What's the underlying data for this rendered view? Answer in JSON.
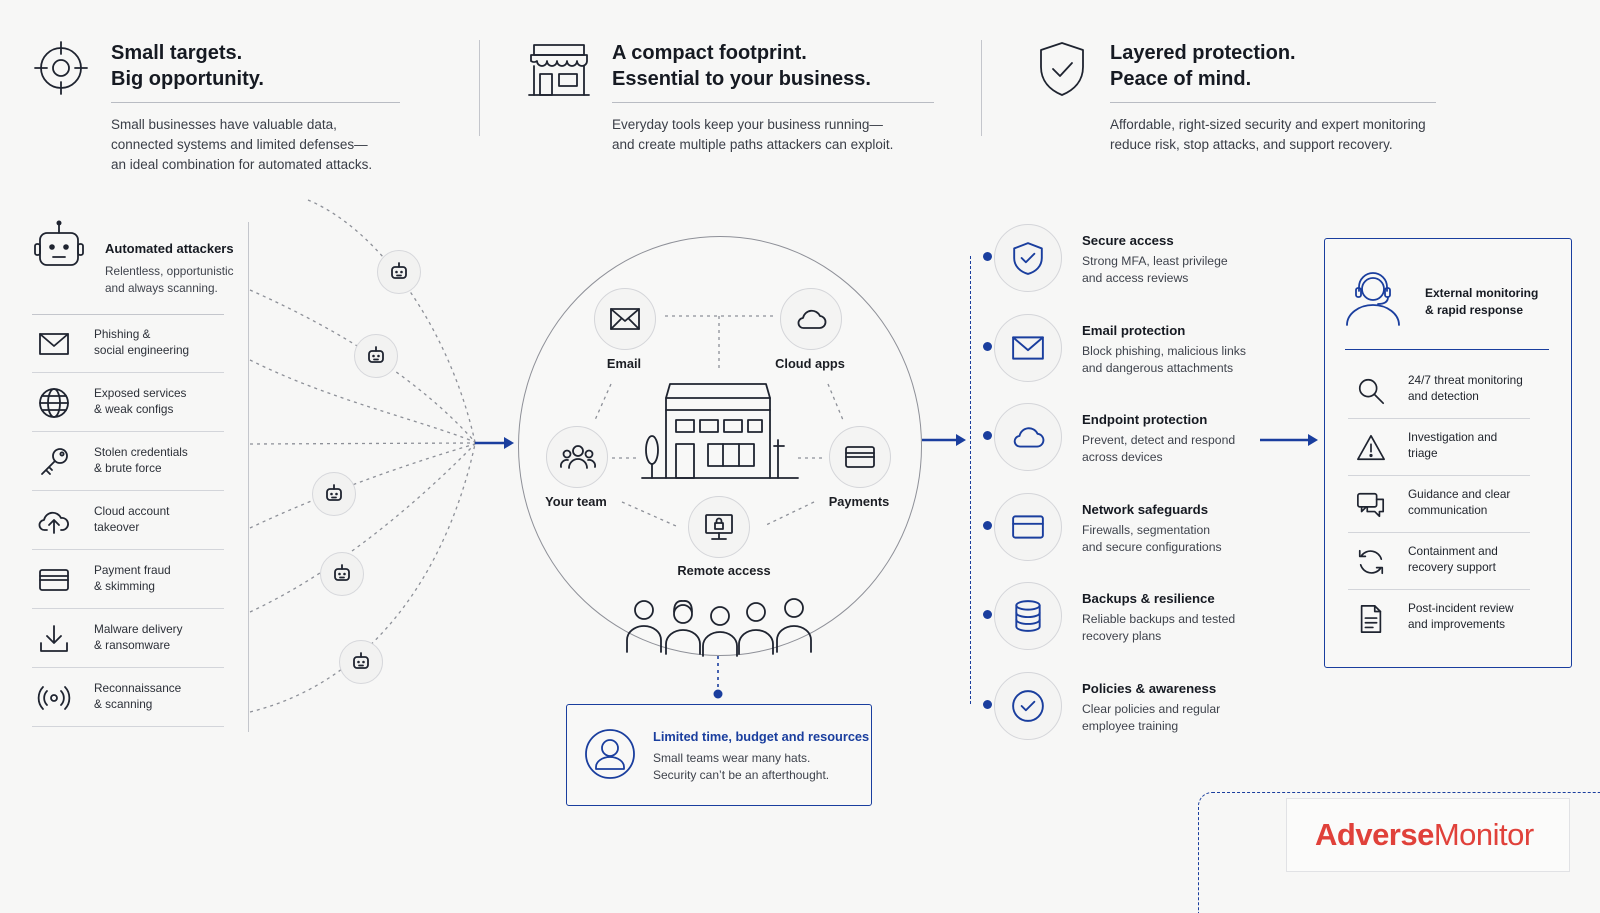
{
  "headers": [
    {
      "title": "Small targets.\nBig opportunity.",
      "desc": "Small businesses have valuable data,\nconnected systems and limited defenses—\nan ideal combination for automated attacks."
    },
    {
      "title": "A compact footprint.\nEssential to your business.",
      "desc": "Everyday tools keep your business running—\nand create multiple paths attackers can exploit."
    },
    {
      "title": "Layered protection.\nPeace of mind.",
      "desc": "Affordable, right-sized security and expert monitoring\nreduce risk, stop attacks, and support recovery."
    }
  ],
  "attackers": {
    "title": "Automated attackers",
    "desc": "Relentless, opportunistic\nand always scanning."
  },
  "threats": [
    {
      "label": "Phishing &\nsocial engineering",
      "icon": "envelope-icon"
    },
    {
      "label": "Exposed services\n& weak configs",
      "icon": "globe-icon"
    },
    {
      "label": "Stolen credentials\n& brute force",
      "icon": "key-icon"
    },
    {
      "label": "Cloud account\ntakeover",
      "icon": "cloud-upload-icon"
    },
    {
      "label": "Payment fraud\n& skimming",
      "icon": "credit-card-icon"
    },
    {
      "label": "Malware delivery\n& ransomware",
      "icon": "download-icon"
    },
    {
      "label": "Reconnaissance\n& scanning",
      "icon": "radar-signal-icon"
    }
  ],
  "business": {
    "email": "Email",
    "cloud_apps": "Cloud apps",
    "your_team": "Your team",
    "payments": "Payments",
    "remote_access": "Remote access"
  },
  "limited": {
    "title": "Limited time, budget and resources",
    "desc": "Small teams wear many hats.\nSecurity can’t be an afterthought."
  },
  "controls": [
    {
      "title": "Secure access",
      "desc": "Strong MFA, least privilege\nand access reviews",
      "icon": "shield-check-icon"
    },
    {
      "title": "Email protection",
      "desc": "Block phishing, malicious links\nand dangerous attachments",
      "icon": "envelope-icon"
    },
    {
      "title": "Endpoint protection",
      "desc": "Prevent, detect and respond\nacross devices",
      "icon": "cloud-icon"
    },
    {
      "title": "Network safeguards",
      "desc": "Firewalls, segmentation\nand secure configurations",
      "icon": "card-icon"
    },
    {
      "title": "Backups & resilience",
      "desc": "Reliable backups and tested\nrecovery plans",
      "icon": "database-icon"
    },
    {
      "title": "Policies & awareness",
      "desc": "Clear policies and regular\nemployee training",
      "icon": "check-circle-icon"
    }
  ],
  "monitoring": {
    "title": "External monitoring\n& rapid response",
    "items": [
      {
        "label": "24/7 threat monitoring\nand detection",
        "icon": "magnifier-icon"
      },
      {
        "label": "Investigation and\ntriage",
        "icon": "warning-icon"
      },
      {
        "label": "Guidance and clear\ncommunication",
        "icon": "chat-icon"
      },
      {
        "label": "Containment and\nrecovery support",
        "icon": "refresh-icon"
      },
      {
        "label": "Post-incident review\nand improvements",
        "icon": "document-icon"
      }
    ]
  },
  "brand": {
    "part1": "Adverse",
    "part2": "Monitor",
    "color": "#e0413a"
  },
  "colors": {
    "accent": "#1a3e9e",
    "text": "#1c1e24",
    "background": "#f7f7f6"
  }
}
